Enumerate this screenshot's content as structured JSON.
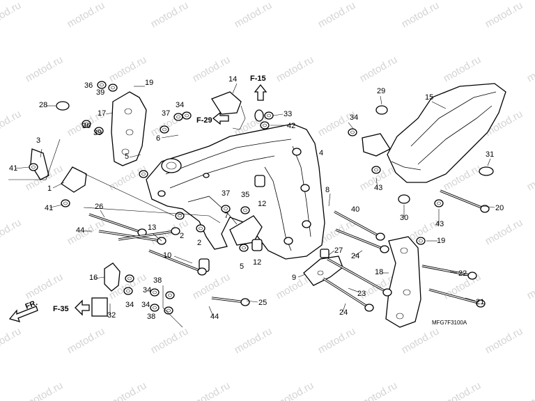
{
  "watermark": "motod.ru",
  "diagram_code": "MFG7F3100A",
  "direction": "FR.",
  "refs": {
    "f15": "F-15",
    "f29": "F-29",
    "f35": "F-35"
  },
  "labels": {
    "l1": "1",
    "l2a": "2",
    "l2b": "2",
    "l3": "3",
    "l4": "4",
    "l5a": "5",
    "l5b": "5",
    "l6": "6",
    "l7": "7",
    "l8": "8",
    "l9": "9",
    "l10": "10",
    "l12a": "12",
    "l12b": "12",
    "l13": "13",
    "l14": "14",
    "l15": "15",
    "l16": "16",
    "l17": "17",
    "l18": "18",
    "l19a": "19",
    "l19b": "19",
    "l20": "20",
    "l21": "21",
    "l22": "22",
    "l23": "23",
    "l24a": "24",
    "l24b": "24",
    "l25": "25",
    "l26": "26",
    "l27": "27",
    "l28": "28",
    "l29": "29",
    "l30": "30",
    "l31": "31",
    "l32": "32",
    "l33": "33",
    "l34a": "34",
    "l34b": "34",
    "l34c": "34",
    "l34d": "34",
    "l34e": "34",
    "l35": "35",
    "l36a": "36",
    "l36b": "36",
    "l37a": "37",
    "l37b": "37",
    "l38a": "38",
    "l38b": "38",
    "l39a": "39",
    "l39b": "39",
    "l40": "40",
    "l41a": "41",
    "l41b": "41",
    "l42": "42",
    "l43a": "43",
    "l43b": "43",
    "l44a": "44",
    "l44b": "44"
  }
}
